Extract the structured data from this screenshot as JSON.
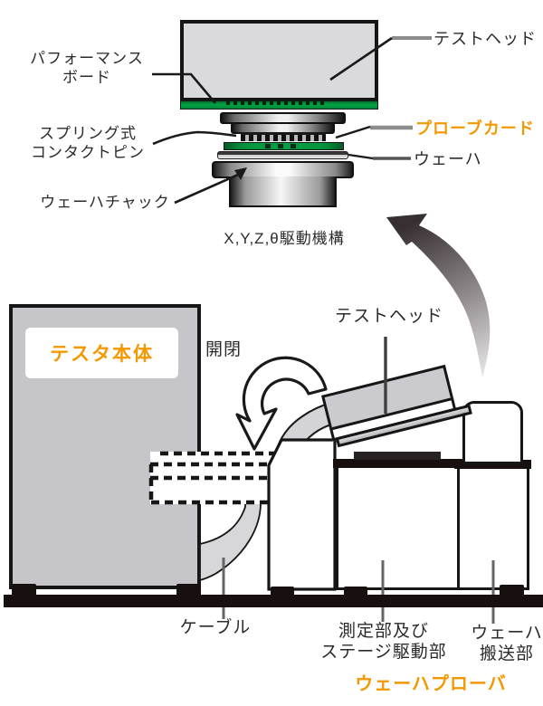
{
  "colors": {
    "accent_orange": "#f39800",
    "board_green": "#00a344",
    "ink": "#161616",
    "cabinet_gray": "#c6c6ca",
    "head_gray": "#dadadd"
  },
  "top_diagram": {
    "labels": {
      "performance_board_l1": "パフォーマンス",
      "performance_board_l2": "ボード",
      "test_head": "テストヘッド",
      "spring_contact_l1": "スプリング式",
      "spring_contact_l2": "コンタクトピン",
      "probe_card": "プローブカード",
      "wafer": "ウェーハ",
      "wafer_chuck": "ウェーハチャック",
      "drive_mechanism": "X,Y,Z,θ駆動機構"
    }
  },
  "bottom_diagram": {
    "labels": {
      "tester_body": "テスタ本体",
      "open_close": "開閉",
      "test_head": "テストヘッド",
      "cable": "ケーブル",
      "measurement_l1": "測定部及び",
      "measurement_l2": "ステージ駆動部",
      "transfer_l1": "ウェーハ",
      "transfer_l2": "搬送部",
      "wafer_prober": "ウェーハプローバ"
    }
  }
}
